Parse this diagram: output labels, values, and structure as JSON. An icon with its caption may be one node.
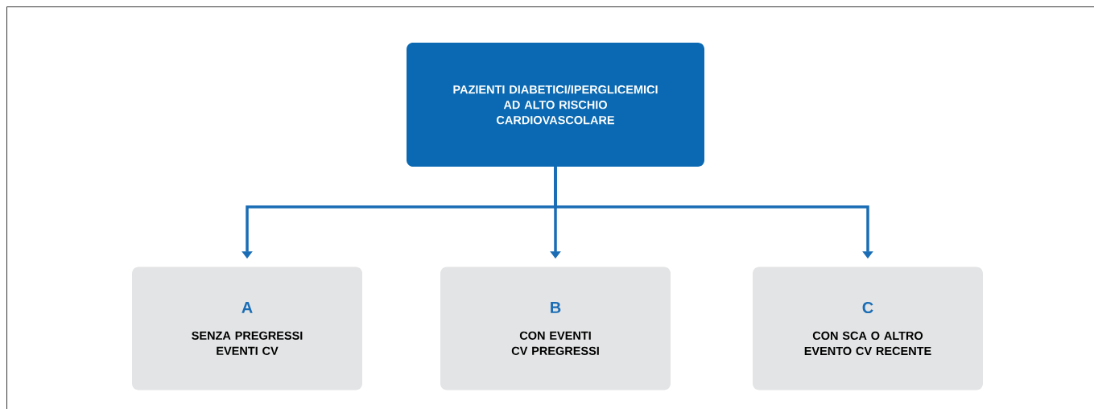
{
  "diagram": {
    "nodes": [
      {
        "text": [
          "PAZIENTI DIABETICI/IPERGLICEMICI AD ALTO RISCHIO CARDIOVASCOLARE"
        ]
      },
      {
        "text": [
          "A",
          "SENZA PREGRESSI EVENTI CV"
        ]
      },
      {
        "text": [
          "B",
          "CON EVENTI CV PREGRESSI"
        ]
      },
      {
        "text": [
          "C",
          "CON SCA O ALTRO EVENTO CV RECENTE"
        ]
      }
    ],
    "edges": [
      {
        "from": 0,
        "to": 1,
        "arrow": "to"
      },
      {
        "from": 0,
        "to": 2,
        "arrow": "to"
      },
      {
        "from": 0,
        "to": 3,
        "arrow": "to"
      }
    ]
  }
}
